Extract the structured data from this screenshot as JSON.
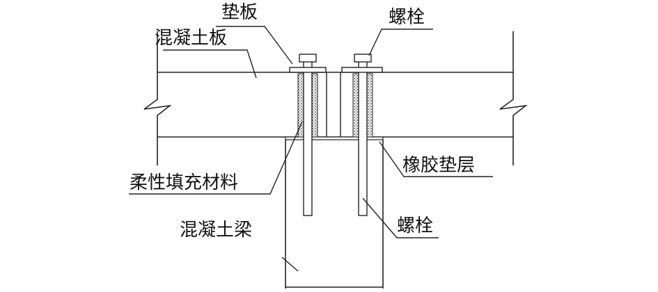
{
  "labels": {
    "pad_plate": "垫板",
    "bolt_top": "螺栓",
    "concrete_slab": "混凝土板",
    "rubber_layer": "橡胶垫层",
    "flexible_filler": "柔性填充材料",
    "bolt_bottom": "螺栓",
    "concrete_beam": "混凝土梁"
  }
}
